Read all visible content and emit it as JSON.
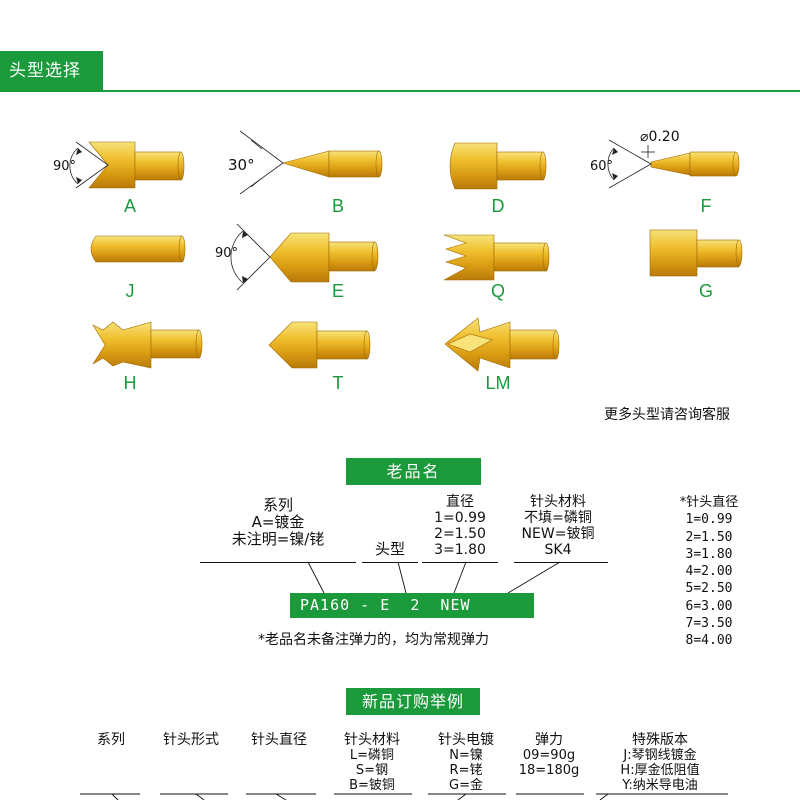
{
  "section1": {
    "title": "头型选择",
    "labels": {
      "A": "A",
      "B": "B",
      "D": "D",
      "F": "F",
      "J": "J",
      "E": "E",
      "Q": "Q",
      "G": "G",
      "H": "H",
      "T": "T",
      "LM": "LM"
    },
    "angles": {
      "a": "90°",
      "b": "30°",
      "e": "90°",
      "f": "60°"
    },
    "f_diameter": "0.20",
    "more_note": "更多头型请咨询客服"
  },
  "old_name": {
    "title": "老品名",
    "series": [
      "系列",
      "A=镀金",
      "未注明=镍/铑"
    ],
    "head_type": "头型",
    "diameter": [
      "直径",
      "1=0.99",
      "2=1.50",
      "3=1.80"
    ],
    "material": [
      "针头材料",
      "不填=磷铜",
      "NEW=铍铜",
      "SK4"
    ],
    "model": "PA160 - E  2  NEW",
    "note": "*老品名未备注弹力的，均为常规弹力",
    "side_title": "*针头直径",
    "side_values": [
      "1=0.99",
      "2=1.50",
      "3=1.80",
      "4=2.00",
      "5=2.50",
      "6=3.00",
      "7=3.50",
      "8=4.00"
    ]
  },
  "new_name": {
    "title": "新品订购举例",
    "col_series": "系列",
    "col_form": "针头形式",
    "col_diameter": "针头直径",
    "col_material": [
      "针头材料",
      "L=磷铜",
      "S=钢",
      "B=铍铜"
    ],
    "col_plating": [
      "针头电镀",
      "N=镍",
      "R=铑",
      "G=金"
    ],
    "col_force": [
      "弹力",
      "09=90g",
      "18=180g"
    ],
    "col_special": [
      "特殊版本",
      "J:琴钢线镀金",
      "H:厚金低阻值",
      "Y:纳米导电油"
    ]
  },
  "colors": {
    "green": "#1a9a3a",
    "gold": "#e0a624"
  }
}
